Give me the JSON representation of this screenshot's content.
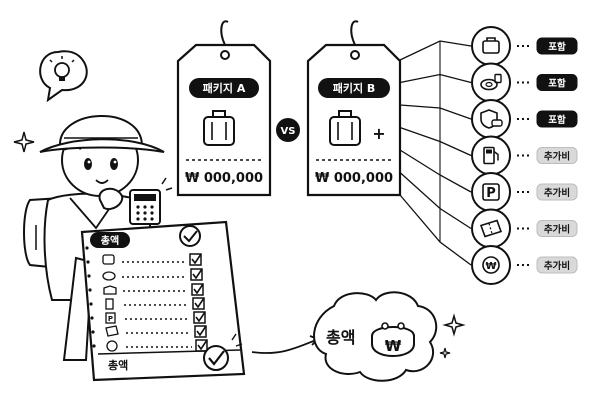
{
  "tag_a": {
    "label": "패키지 A",
    "price": "₩ 000,000"
  },
  "tag_b": {
    "label": "패키지 B",
    "price": "₩ 000,000",
    "plus": "+"
  },
  "vs": "VS",
  "items": [
    {
      "icon": "suitcase-icon",
      "badge": "포함"
    },
    {
      "icon": "meal-icon",
      "badge": "포함"
    },
    {
      "icon": "insurance-car-icon",
      "badge": "포함"
    },
    {
      "icon": "fuel-pump-icon",
      "badge": "추가비"
    },
    {
      "icon": "parking-icon",
      "badge": "추가비"
    },
    {
      "icon": "ticket-icon",
      "badge": "추가비"
    },
    {
      "icon": "won-coin-icon",
      "badge": "추가비"
    }
  ],
  "checklist": {
    "title": "총액",
    "footer": "총액"
  },
  "total": {
    "label": "총액",
    "symbol": "₩"
  },
  "colors": {
    "ink": "#111111",
    "included": "#111111",
    "extra": "#d9d9d9"
  }
}
